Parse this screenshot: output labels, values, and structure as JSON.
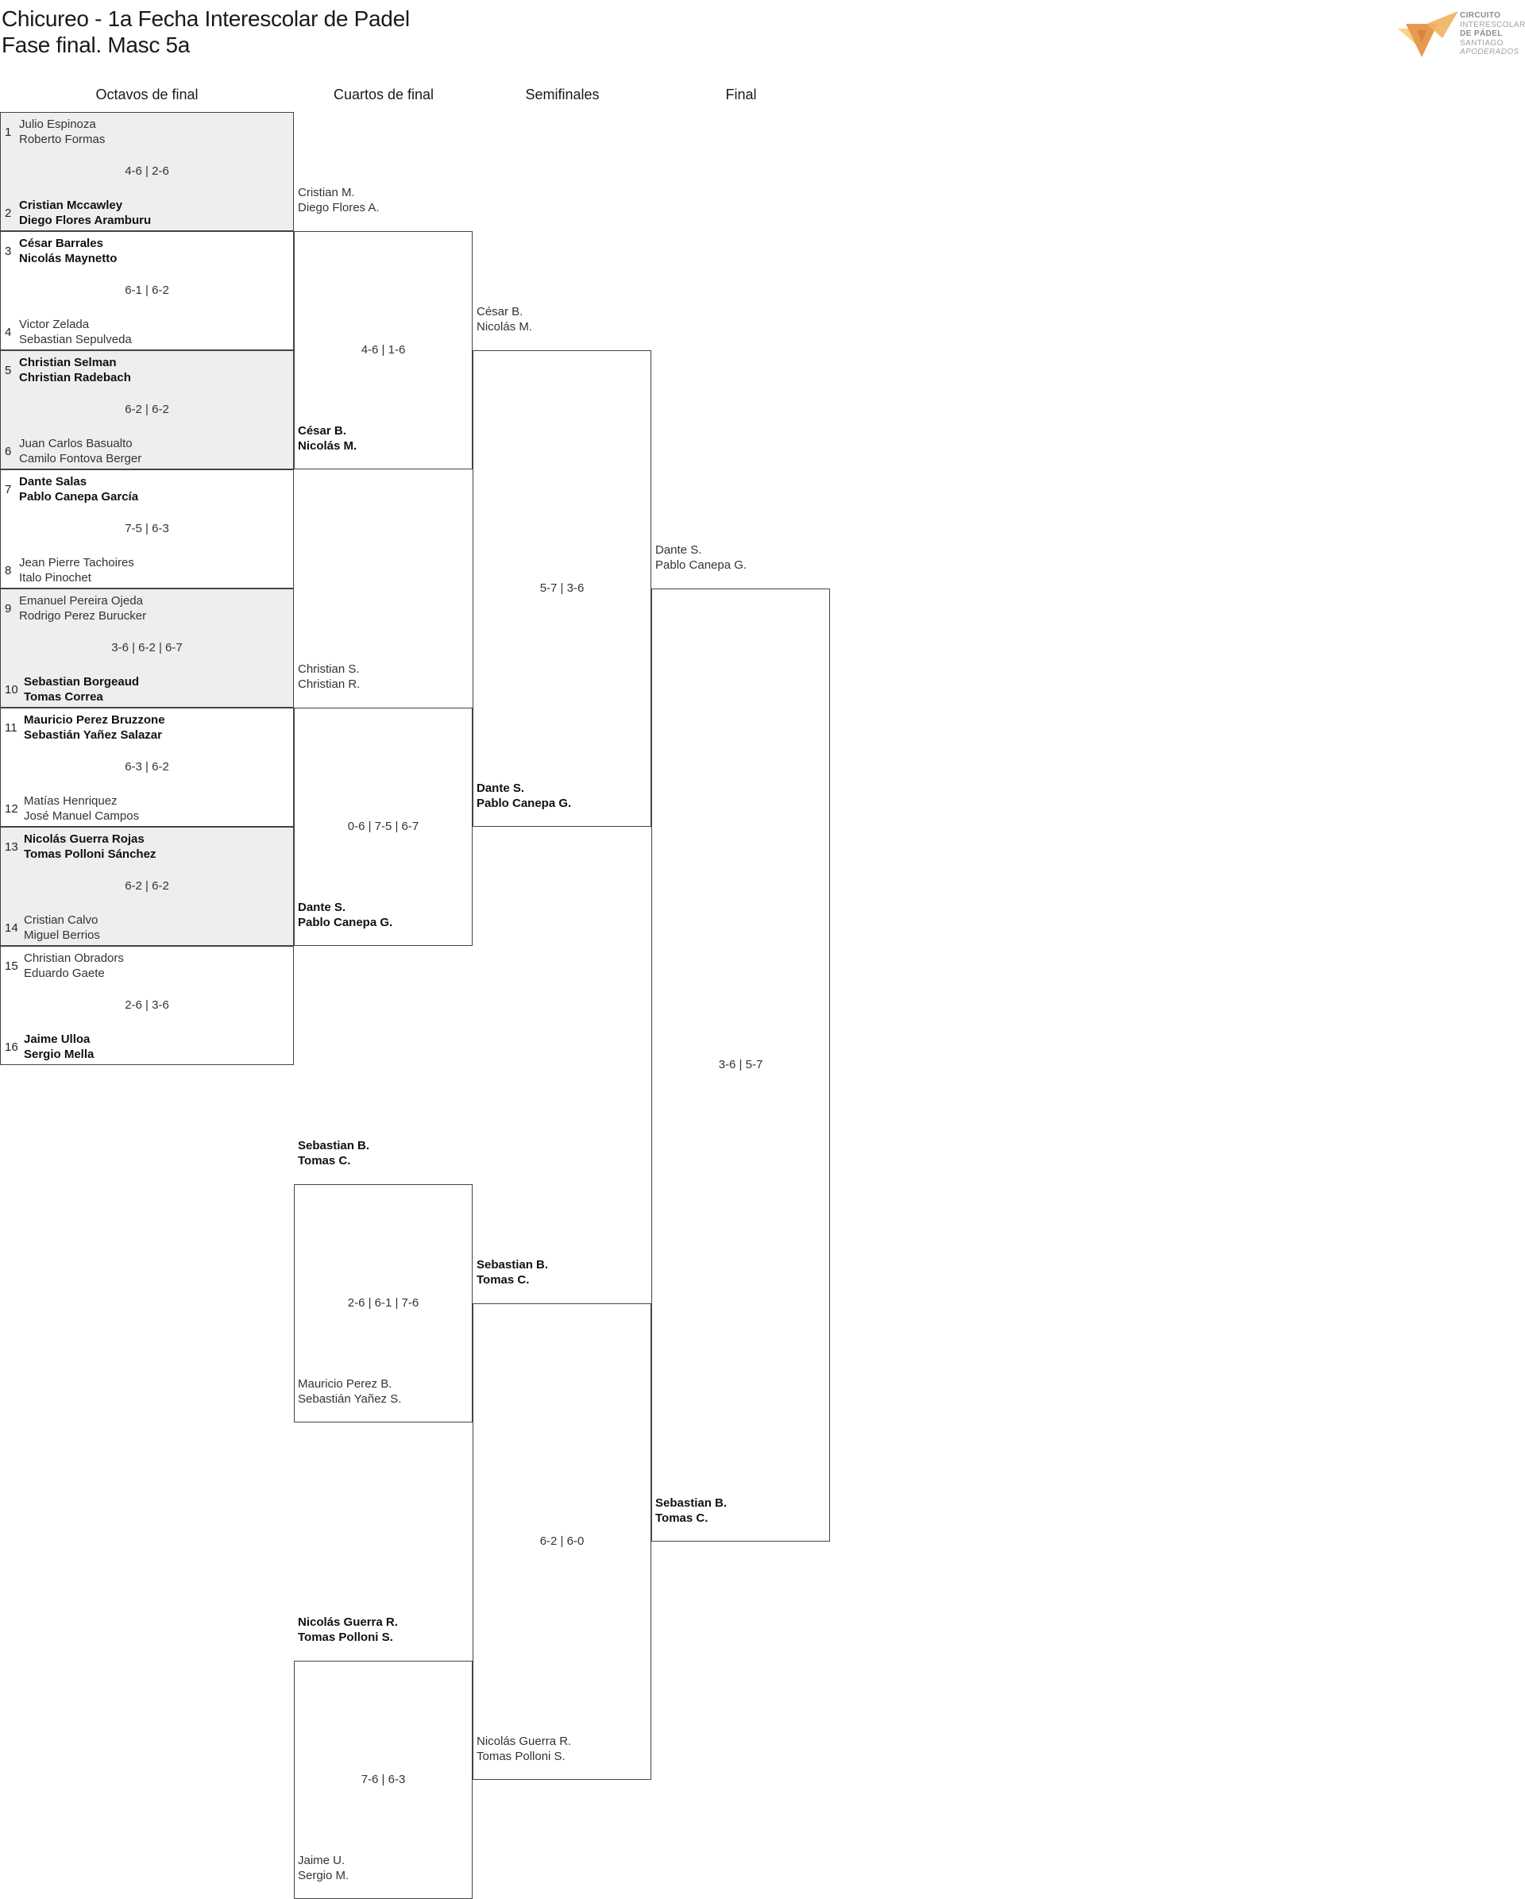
{
  "header": {
    "title_line1": "Chicureo - 1a Fecha Interescolar de Padel",
    "title_line2": "Fase final. Masc 5a"
  },
  "logo": {
    "icon": "fox-icon",
    "line1": "CIRCUITO",
    "line2": "INTERESCOLAR",
    "line3": "DE PÁDEL",
    "line4": "SANTIAGO",
    "line5": "APODERADOS"
  },
  "rounds": {
    "r16": "Octavos de final",
    "qf": "Cuartos de final",
    "sf": "Semifinales",
    "final": "Final"
  },
  "octavos": [
    {
      "score": "4-6 | 2-6",
      "top": {
        "seed": "1",
        "p1": "Julio Espinoza",
        "p2": "Roberto Formas",
        "winner": false
      },
      "bottom": {
        "seed": "2",
        "p1": "Cristian Mccawley",
        "p2": "Diego Flores Aramburu",
        "winner": true
      }
    },
    {
      "score": "6-1 | 6-2",
      "top": {
        "seed": "3",
        "p1": "César Barrales",
        "p2": "Nicolás Maynetto",
        "winner": true
      },
      "bottom": {
        "seed": "4",
        "p1": "Victor Zelada",
        "p2": "Sebastian Sepulveda",
        "winner": false
      }
    },
    {
      "score": "6-2 | 6-2",
      "top": {
        "seed": "5",
        "p1": "Christian Selman",
        "p2": "Christian Radebach",
        "winner": true
      },
      "bottom": {
        "seed": "6",
        "p1": "Juan Carlos Basualto",
        "p2": "Camilo Fontova Berger",
        "winner": false
      }
    },
    {
      "score": "7-5 | 6-3",
      "top": {
        "seed": "7",
        "p1": "Dante Salas",
        "p2": "Pablo Canepa García",
        "winner": true
      },
      "bottom": {
        "seed": "8",
        "p1": "Jean Pierre Tachoires",
        "p2": "Italo Pinochet",
        "winner": false
      }
    },
    {
      "score": "3-6 | 6-2 | 6-7",
      "top": {
        "seed": "9",
        "p1": "Emanuel Pereira Ojeda",
        "p2": "Rodrigo Perez Burucker",
        "winner": false
      },
      "bottom": {
        "seed": "10",
        "p1": "Sebastian Borgeaud",
        "p2": "Tomas Correa",
        "winner": true
      }
    },
    {
      "score": "6-3 | 6-2",
      "top": {
        "seed": "11",
        "p1": "Mauricio Perez Bruzzone",
        "p2": "Sebastián Yañez Salazar",
        "winner": true
      },
      "bottom": {
        "seed": "12",
        "p1": "Matías Henriquez",
        "p2": "José Manuel Campos",
        "winner": false
      }
    },
    {
      "score": "6-2 | 6-2",
      "top": {
        "seed": "13",
        "p1": "Nicolás Guerra Rojas",
        "p2": "Tomas Polloni Sánchez",
        "winner": true
      },
      "bottom": {
        "seed": "14",
        "p1": "Cristian Calvo",
        "p2": "Miguel Berrios",
        "winner": false
      }
    },
    {
      "score": "2-6 | 3-6",
      "top": {
        "seed": "15",
        "p1": "Christian Obradors",
        "p2": "Eduardo Gaete",
        "winner": false
      },
      "bottom": {
        "seed": "16",
        "p1": "Jaime Ulloa",
        "p2": "Sergio Mella",
        "winner": true
      }
    }
  ],
  "cuartos": [
    {
      "score": "4-6 | 1-6",
      "top": {
        "p1": "Cristian M.",
        "p2": "Diego Flores A.",
        "winner": false
      },
      "bottom": {
        "p1": "César B.",
        "p2": "Nicolás M.",
        "winner": true
      }
    },
    {
      "score": "0-6 | 7-5 | 6-7",
      "top": {
        "p1": "Christian S.",
        "p2": "Christian R.",
        "winner": false
      },
      "bottom": {
        "p1": "Dante S.",
        "p2": "Pablo Canepa G.",
        "winner": true
      }
    },
    {
      "score": "2-6 | 6-1 | 7-6",
      "top": {
        "p1": "Sebastian B.",
        "p2": "Tomas C.",
        "winner": true
      },
      "bottom": {
        "p1": "Mauricio Perez B.",
        "p2": "Sebastián Yañez S.",
        "winner": false
      }
    },
    {
      "score": "7-6 | 6-3",
      "top": {
        "p1": "Nicolás Guerra R.",
        "p2": "Tomas Polloni S.",
        "winner": true
      },
      "bottom": {
        "p1": "Jaime U.",
        "p2": "Sergio M.",
        "winner": false
      }
    }
  ],
  "semis": [
    {
      "score": "5-7 | 3-6",
      "top": {
        "p1": "César B.",
        "p2": "Nicolás M.",
        "winner": false
      },
      "bottom": {
        "p1": "Dante S.",
        "p2": "Pablo Canepa G.",
        "winner": true
      }
    },
    {
      "score": "6-2 | 6-0",
      "top": {
        "p1": "Sebastian B.",
        "p2": "Tomas C.",
        "winner": true
      },
      "bottom": {
        "p1": "Nicolás Guerra R.",
        "p2": "Tomas Polloni S.",
        "winner": false
      }
    }
  ],
  "final": [
    {
      "score": "3-6 | 5-7",
      "top": {
        "p1": "Dante S.",
        "p2": "Pablo Canepa G.",
        "winner": false
      },
      "bottom": {
        "p1": "Sebastian B.",
        "p2": "Tomas C.",
        "winner": true
      }
    }
  ]
}
